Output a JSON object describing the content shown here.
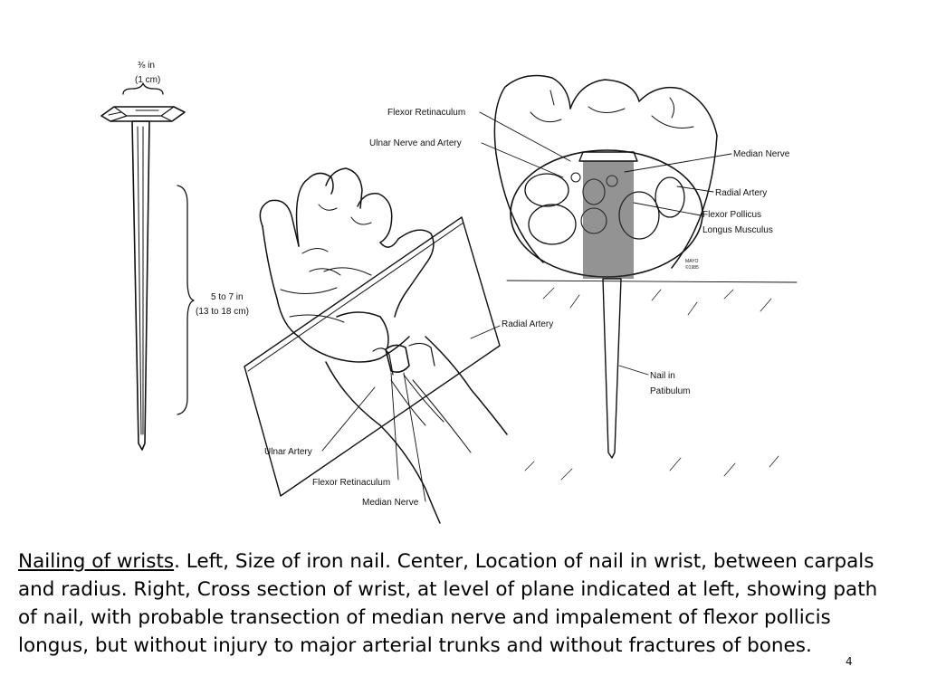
{
  "figure": {
    "nail_labels": {
      "head_width_in": "⅜ in",
      "head_width_cm": "(1 cm)",
      "length_in": "5 to 7 in",
      "length_cm": "(13 to 18 cm)"
    },
    "wrist_labels": {
      "radial_artery": "Radial Artery",
      "ulnar_artery": "Ulnar Artery",
      "flexor_retinaculum": "Flexor Retinaculum",
      "median_nerve": "Median Nerve"
    },
    "cross_section_labels": {
      "flexor_retinaculum": "Flexor Retinaculum",
      "ulnar_nerve_artery": "Ulnar Nerve and Artery",
      "median_nerve": "Median Nerve",
      "radial_artery": "Radial Artery",
      "flexor_pollicus_1": "Flexor Pollicus",
      "flexor_pollicus_2": "Longus Musculus",
      "nail_in_1": "Nail in",
      "nail_in_2": "Patibulum",
      "mayo_1": "MAYO",
      "mayo_2": "©1985"
    }
  },
  "caption": {
    "title": "Nailing of wrists",
    "text": ". Left, Size of iron nail. Center, Location of nail in wrist, between carpals and radius. Right, Cross section of wrist, at level of plane indicated at left, showing path of nail, with probable transection of median nerve and impalement of flexor pollicis longus, but without injury to major arterial trunks and without fractures of bones."
  },
  "slide_number": "4"
}
